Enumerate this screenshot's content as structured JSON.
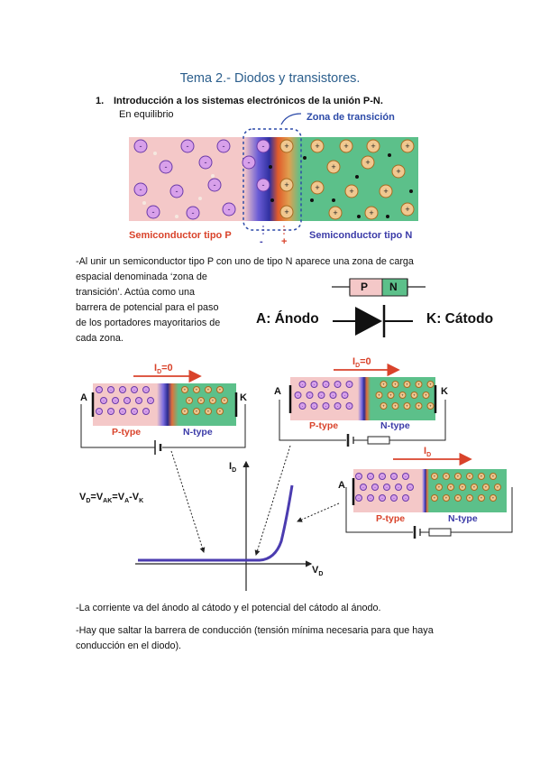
{
  "title": "Tema 2.- Diodos y transistores.",
  "section": {
    "number": "1.",
    "heading": "Introducción a los sistemas electrónicos de la unión P-N.",
    "subheading": "En equilibrio"
  },
  "junction_figure": {
    "zone_label": "Zona de transición",
    "p_label": "Semiconductor tipo P",
    "n_label": "Semiconductor tipo N",
    "minus": "-",
    "plus": "+"
  },
  "paragraph_intro_line1": "-Al unir un semiconductor tipo P con uno de tipo N aparece una zona de carga",
  "paragraph_intro_rest": [
    "espacial denominada ‘zona de",
    "transición’. Actúa como una",
    "barrera de potencial para el paso",
    "de los portadores mayoritarios de",
    "cada zona."
  ],
  "diode_symbol": {
    "p": "P",
    "n": "N",
    "anode": "A: Ánodo",
    "cathode": "K: Cátodo"
  },
  "bias_figures": {
    "id_zero_label": "I",
    "id_zero_sub": "D",
    "id_zero_eq": "=0",
    "id_label": "I",
    "id_sub": "D",
    "a": "A",
    "k": "K",
    "p_type": "P-type",
    "n_type": "N-type"
  },
  "iv_graph": {
    "y_label": "I",
    "y_sub": "D",
    "x_label": "V",
    "x_sub": "D",
    "equation": "V_D=V_AK=V_A-V_K"
  },
  "note1": "-La corriente va del ánodo al cátodo y el potencial del cátodo al ánodo.",
  "note2_line1": "-Hay que saltar la barrera de conducción (tensión mínima necesaria para que haya",
  "note2_line2": "conducción en el diodo).",
  "colors": {
    "title": "#2b5e8c",
    "p_region": "#f4c8c8",
    "n_region": "#5cc08a",
    "p_label": "#d9432b",
    "n_label": "#3b3ba8",
    "curve": "#4b3cb0",
    "arrow": "#d9432b"
  }
}
